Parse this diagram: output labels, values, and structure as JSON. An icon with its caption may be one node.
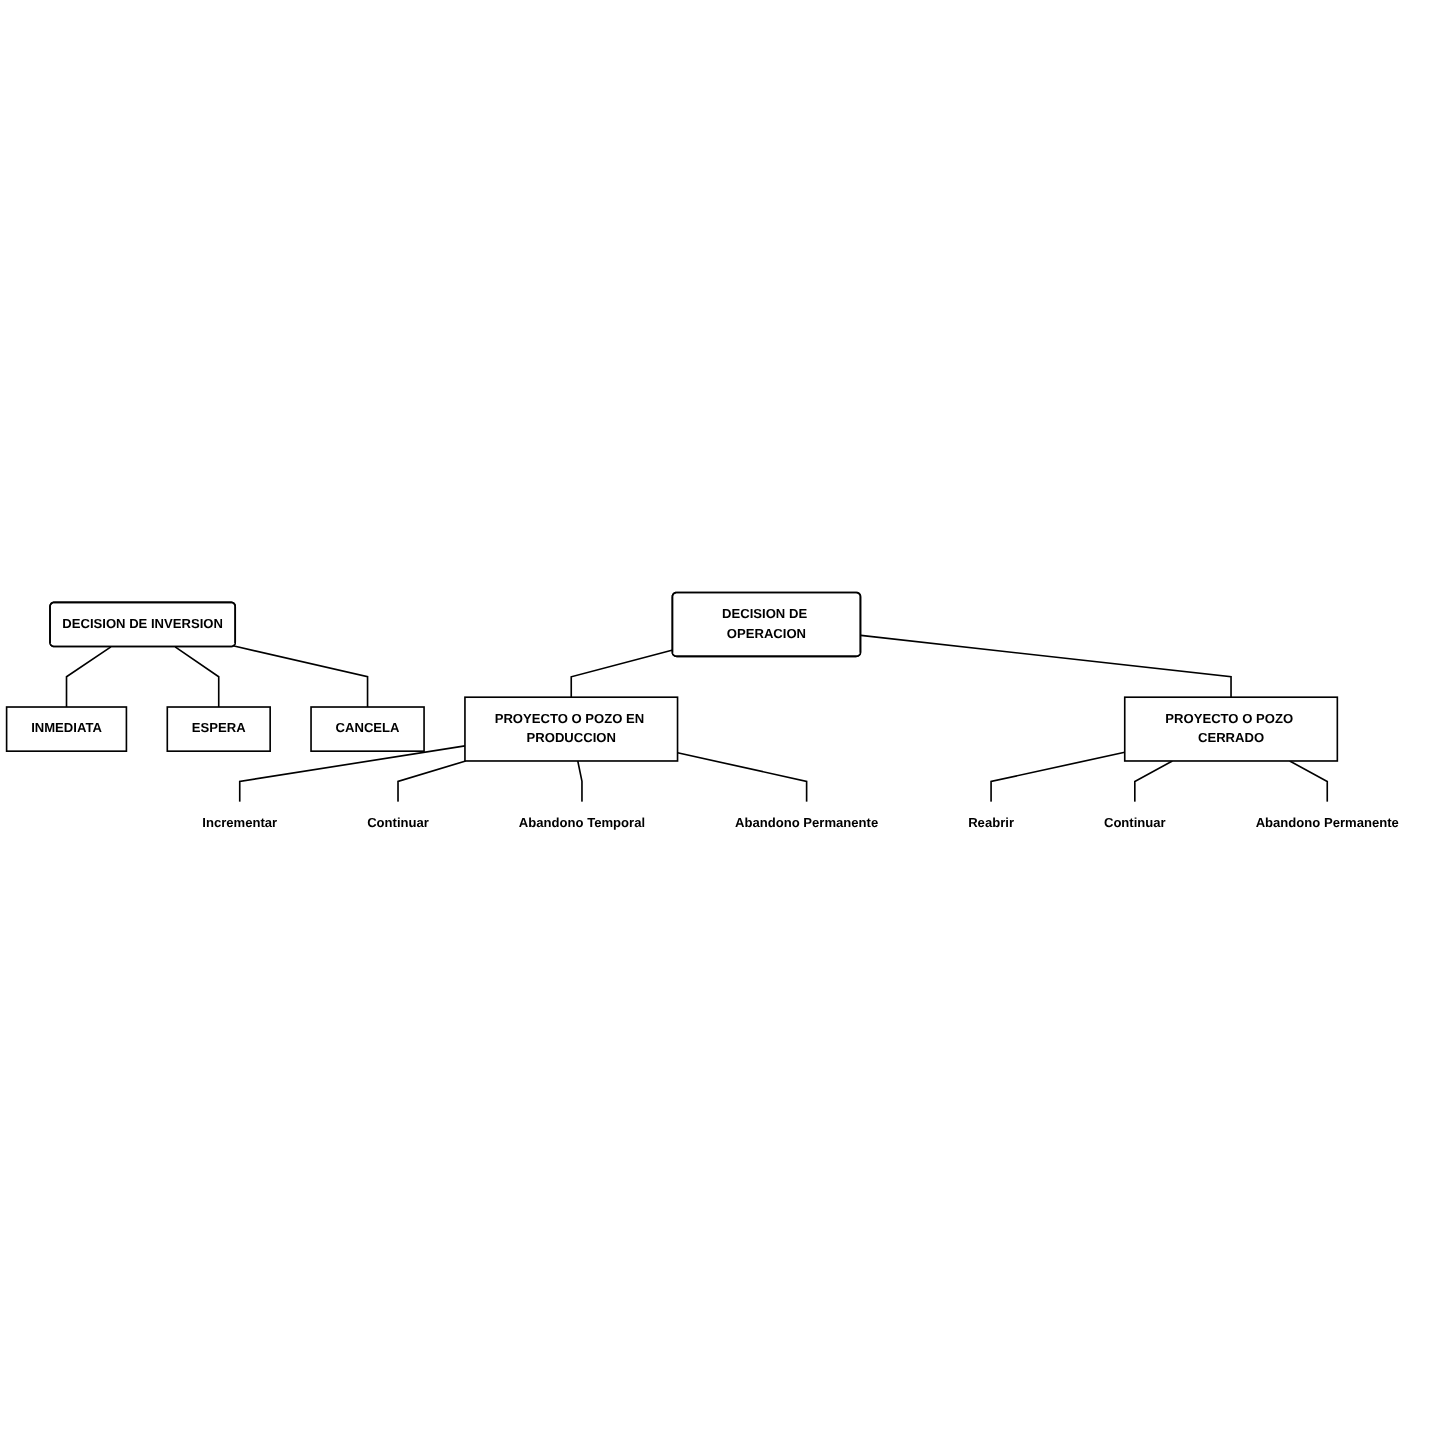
{
  "diagram": {
    "nodes": [
      {
        "text": [
          "DECISION DE INVERSION"
        ]
      },
      {
        "text": [
          "INMEDIATA"
        ]
      },
      {
        "text": [
          "ESPERA"
        ]
      },
      {
        "text": [
          "CANCELA"
        ]
      },
      {
        "text": [
          "DECISION DE OPERACION"
        ]
      },
      {
        "text": [
          "PROYECTO O POZO EN PRODUCCION"
        ]
      },
      {
        "text": [
          "PROYECTO O POZO CERRADO"
        ]
      },
      {
        "text": [
          "Incrementar"
        ]
      },
      {
        "text": [
          "Continuar"
        ]
      },
      {
        "text": [
          "Abandono Temporal"
        ]
      },
      {
        "text": [
          "Abandono Permanente"
        ]
      },
      {
        "text": [
          "Reabrir"
        ]
      },
      {
        "text": [
          "Continuar"
        ]
      },
      {
        "text": [
          "Abandono Permanente"
        ]
      }
    ],
    "edges": [
      {
        "from": 0,
        "to": 1,
        "arrow": "none"
      },
      {
        "from": 0,
        "to": 2,
        "arrow": "none"
      },
      {
        "from": 0,
        "to": 3,
        "arrow": "none"
      },
      {
        "from": 4,
        "to": 5,
        "arrow": "none"
      },
      {
        "from": 4,
        "to": 6,
        "arrow": "none"
      },
      {
        "from": 5,
        "to": 7,
        "arrow": "none"
      },
      {
        "from": 5,
        "to": 8,
        "arrow": "none"
      },
      {
        "from": 5,
        "to": 9,
        "arrow": "none"
      },
      {
        "from": 5,
        "to": 10,
        "arrow": "none"
      },
      {
        "from": 6,
        "to": 11,
        "arrow": "none"
      },
      {
        "from": 6,
        "to": 12,
        "arrow": "none"
      },
      {
        "from": 6,
        "to": 13,
        "arrow": "none"
      }
    ]
  }
}
